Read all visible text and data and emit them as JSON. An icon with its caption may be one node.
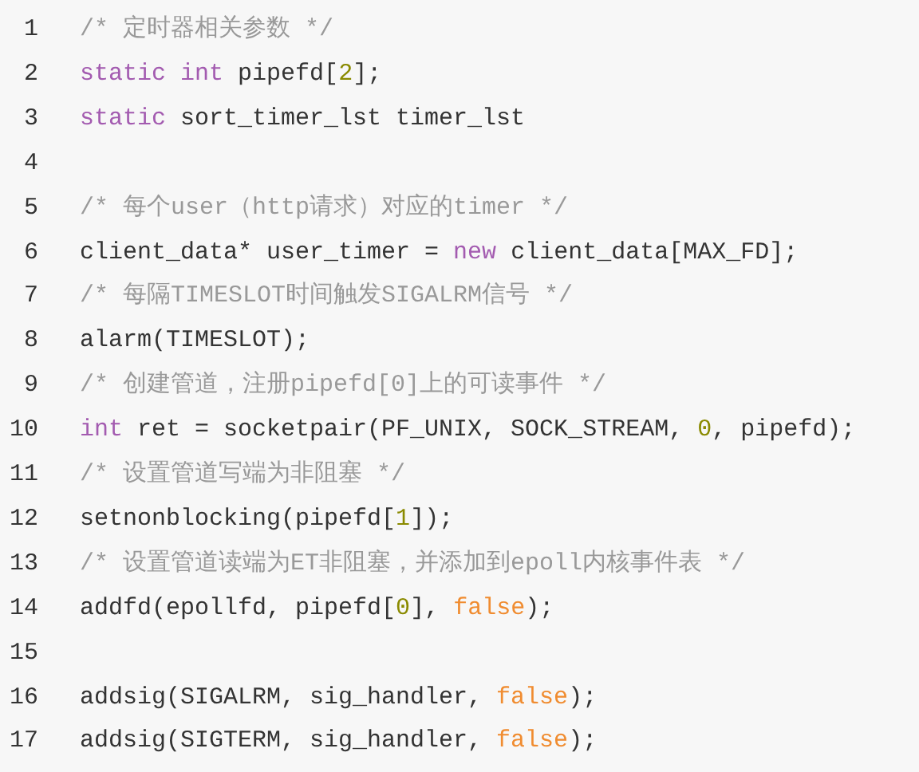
{
  "diagram": {
    "labels": [
      "1",
      "/* 定时器相关参数 */",
      "2",
      "static int pipefd[2];",
      "3",
      "static sort_timer_lst timer_lst",
      "4",
      "5",
      "/* 每个user（http请求）对应的timer */",
      "6",
      "client_data* user_timer = new client_data[MAX_FD];",
      "7",
      "/* 每隔TIMESLOT时间触发SIGALRM信号 */",
      "8",
      "alarm(TIMESLOT);",
      "9",
      "/* 创建管道，注册pipefd[0]上的可读事件 */",
      "10",
      "int ret = socketpair(PF_UNIX, SOCK_STREAM, 0, pipefd);",
      "11",
      "/* 设置管道写端为非阻塞 */",
      "12",
      "setnonblocking(pipefd[1]);",
      "13",
      "/* 设置管道读端为ET非阻塞，并添加到epoll内核事件表 */",
      "14",
      "addfd(epollfd, pipefd[0], false);",
      "15",
      "16",
      "addsig(SIGALRM, sig_handler, false);",
      "17",
      "addsig(SIGTERM, sig_handler, false);"
    ]
  }
}
